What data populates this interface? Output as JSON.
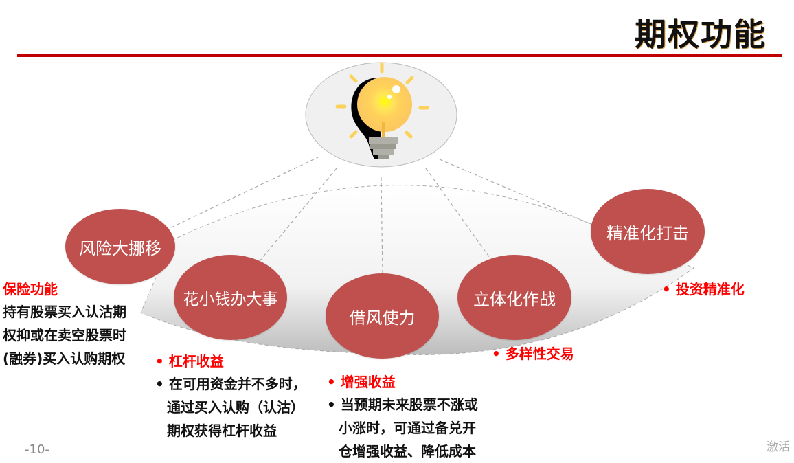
{
  "header": {
    "title": "期权功能",
    "rule_color": "#c00000"
  },
  "center": {
    "icon": "lightbulb-icon"
  },
  "nodes": [
    {
      "id": "risk-transfer",
      "label": "风险大挪移"
    },
    {
      "id": "small-money",
      "label": "花小钱办大事"
    },
    {
      "id": "leverage-wind",
      "label": "借风使力"
    },
    {
      "id": "3d-combat",
      "label": "立体化作战"
    },
    {
      "id": "precision-strike",
      "label": "精准化打击"
    }
  ],
  "node_color": "#c0504d",
  "descriptions": {
    "insurance": {
      "heading": "保险功能",
      "lines": [
        "持有股票买入认沽期",
        "权抑或在卖空股票时",
        "(融券)买入认购期权"
      ]
    },
    "leverage": {
      "heading": "杠杆收益",
      "lines": [
        "在可用资金并不多时，",
        "通过买入认购（认沽）",
        "期权获得杠杆收益"
      ]
    },
    "enhance": {
      "heading": "增强收益",
      "lines": [
        "当预期未来股票不涨或",
        "小涨时，可通过备兑开",
        "仓增强收益、降低成本"
      ]
    },
    "diverse": {
      "heading": "多样性交易"
    },
    "precision": {
      "heading": "投资精准化"
    }
  },
  "footer": {
    "page_number": "-10-",
    "watermark": "激活"
  }
}
